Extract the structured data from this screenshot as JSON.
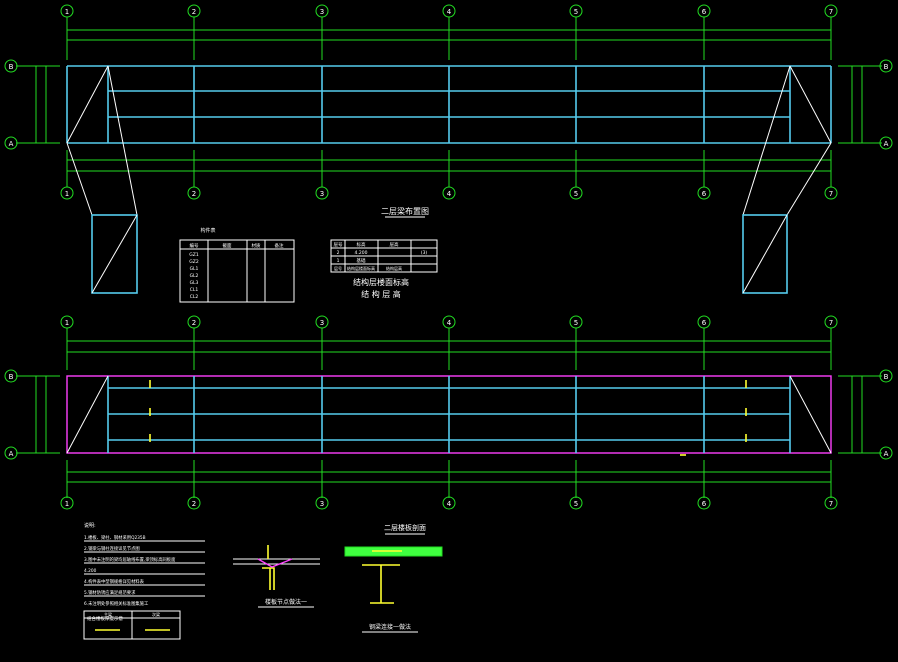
{
  "axes": {
    "columns": [
      "1",
      "2",
      "3",
      "4",
      "5",
      "6",
      "7"
    ],
    "rows": [
      "B",
      "A"
    ]
  },
  "plan1": {
    "title": "二层梁布置图",
    "legend_text": "结构层楼面标高",
    "legend_text2": "结 构 层 高"
  },
  "member_table": {
    "title": "构件表",
    "headers": [
      "编号",
      "截面",
      "材质",
      "备注"
    ],
    "rows": [
      "GZ1",
      "GZ2",
      "GL1",
      "GL2",
      "GL3",
      "CL1",
      "CL2"
    ]
  },
  "level_table": {
    "headers": [
      "层号",
      "标高",
      "层高"
    ],
    "rows": [
      [
        "2",
        "4.200",
        "(3)"
      ],
      [
        "1",
        "基础",
        ""
      ],
      [
        "层号",
        "结构层楼面标高",
        "结构层高"
      ]
    ]
  },
  "notes": {
    "title": "说明:",
    "lines": [
      "1.楼板、梁柱、钢材采用Q235B",
      "2.钢梁与钢柱连接详见节点图",
      "3.图中未注明的梁均居轴线布置,梁顶标高同板面",
      "  4.200",
      "4.构件表中型钢规格详见材料表",
      "5.钢材防锈应满足规范要求",
      "6.未注明处参照相关标准图集施工"
    ]
  },
  "section_table": {
    "title": "组合楼板厚度示意",
    "cells": [
      "主梁",
      "次梁"
    ]
  },
  "detail1": {
    "title": "楼板节点做法一"
  },
  "detail2": {
    "title": "二层楼板剖面",
    "caption": "钢梁连接一做法"
  },
  "colors": {
    "grid": "#22dd22",
    "beam": "#55ccee",
    "axis_line": "#ff2020",
    "text": "#ffffff"
  }
}
